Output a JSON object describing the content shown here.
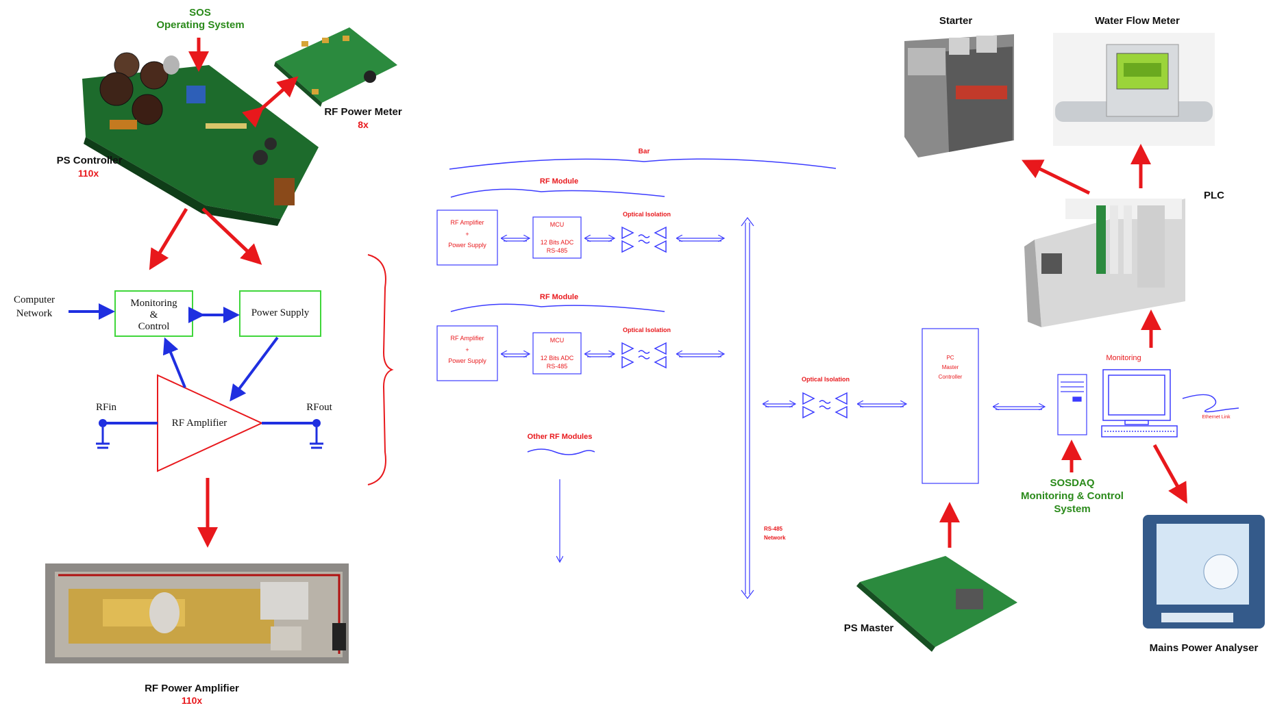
{
  "left": {
    "sos_title": "SOS",
    "sos_subtitle": "Operating System",
    "rf_power_meter": "RF Power Meter",
    "rf_power_meter_count": "8x",
    "ps_controller": "PS Controller",
    "ps_controller_count": "110x",
    "computer_network_1": "Computer",
    "computer_network_2": "Network",
    "monitoring_control_1": "Monitoring",
    "monitoring_control_2": "&",
    "monitoring_control_3": "Control",
    "power_supply": "Power Supply",
    "rfin": "RFin",
    "rfout": "RFout",
    "rf_amplifier": "RF Amplifier",
    "rf_power_amplifier": "RF Power Amplifier",
    "rf_power_amplifier_count": "110x"
  },
  "middle": {
    "bar": "Bar",
    "module1_title": "RF Module",
    "module2_title": "RF Module",
    "amp_ps_1": "RF Amplifier",
    "amp_ps_2": "+",
    "amp_ps_3": "Power Supply",
    "mcu_1": "MCU",
    "mcu_2": "12 Bits ADC",
    "mcu_3": "RS-485",
    "optical_isolation": "Optical Isolation",
    "other_modules": "Other RF Modules",
    "rs485_1": "RS-485",
    "rs485_2": "Network",
    "optical_isolation_main": "Optical Isolation"
  },
  "right": {
    "pc_master_1": "PC",
    "pc_master_2": "Master",
    "pc_master_3": "Controller",
    "starter": "Starter",
    "water_flow_meter": "Water Flow Meter",
    "plc": "PLC",
    "monitoring": "Monitoring",
    "ethernet_link": "Ethernet Link",
    "sosdaq_1": "SOSDAQ",
    "sosdaq_2": "Monitoring & Control",
    "sosdaq_3": "System",
    "ps_master": "PS Master",
    "mains_power_analyser": "Mains Power Analyser"
  },
  "colors": {
    "arrow_red": "#e8181c",
    "arrow_blue": "#1f2fe0",
    "box_green": "#3fd63a",
    "line_blue": "#3b3bff"
  }
}
